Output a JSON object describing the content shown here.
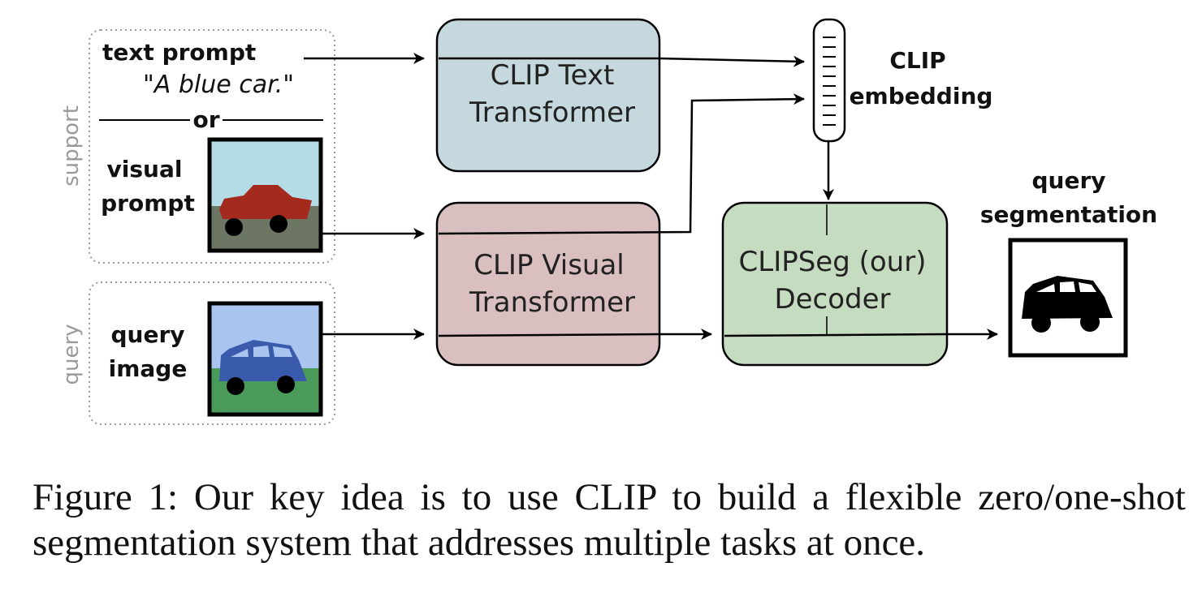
{
  "diagram": {
    "support_label": "support",
    "query_label": "query",
    "text_prompt_label": "text prompt",
    "text_prompt_value": "\"A blue car.\"",
    "or_label": "or",
    "visual_prompt_line1": "visual",
    "visual_prompt_line2": "prompt",
    "query_image_line1": "query",
    "query_image_line2": "image",
    "clip_text_line1": "CLIP Text",
    "clip_text_line2": "Transformer",
    "clip_visual_line1": "CLIP Visual",
    "clip_visual_line2": "Transformer",
    "decoder_line1": "CLIPSeg (our)",
    "decoder_line2": "Decoder",
    "embedding_line1": "CLIP",
    "embedding_line2": "embedding",
    "output_line1": "query",
    "output_line2": "segmentation"
  },
  "colors": {
    "clip_text_box": "#c5d8de",
    "clip_visual_box": "#d9bfbf",
    "decoder_box": "#c6dcc1",
    "red_car": "#a52a1e",
    "blue_car": "#3a5bab",
    "sky_support": "#b4dce6",
    "ground_support": "#6d7663",
    "sky_query": "#aac4f0",
    "ground_query": "#4a9a5a"
  },
  "caption": "Figure 1: Our key idea is to use CLIP to build a flexible zero/one-shot segmentation system that addresses multiple tasks at once."
}
